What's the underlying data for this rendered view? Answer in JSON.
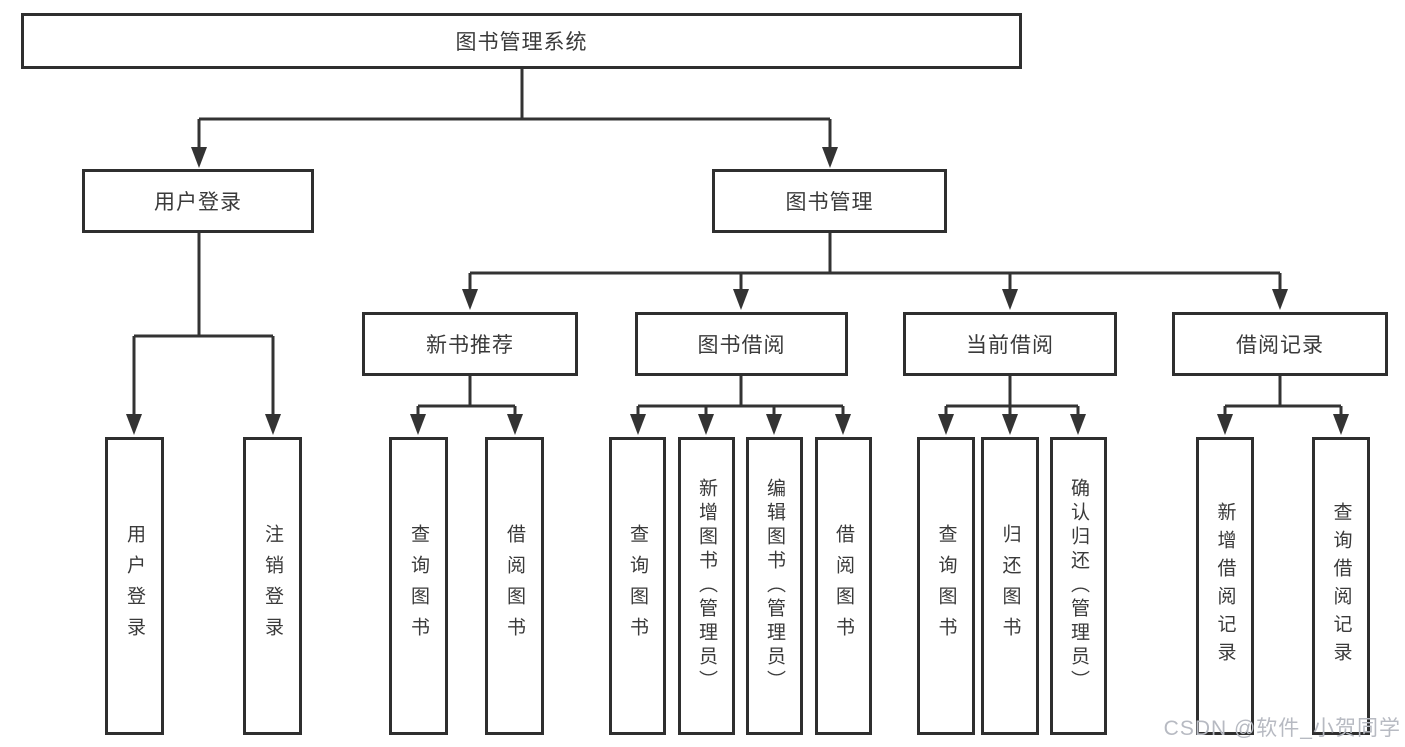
{
  "title": "图书管理系统",
  "watermark": "CSDN @软件_小贺同学",
  "colors": {
    "line": "#333333",
    "box_border": "#2f2f2f",
    "box_fill": "#ffffff",
    "text": "#3a3a3a",
    "watermark": "#b7bac2",
    "background": "#ffffff"
  },
  "nodes": {
    "root": "图书管理系统",
    "level2": [
      "用户登录",
      "图书管理"
    ],
    "level3": [
      "新书推荐",
      "图书借阅",
      "当前借阅",
      "借阅记录"
    ],
    "leaves": [
      "用户登录",
      "注销登录",
      "查询图书",
      "借阅图书",
      "查询图书",
      "新增图书（管理员）",
      "编辑图书（管理员）",
      "借阅图书",
      "查询图书",
      "归还图书",
      "确认归还（管理员）",
      "新增借阅记录",
      "查询借阅记录"
    ]
  },
  "hierarchy": {
    "图书管理系统": [
      "用户登录",
      "图书管理"
    ],
    "用户登录": [
      "用户登录",
      "注销登录"
    ],
    "图书管理": [
      "新书推荐",
      "图书借阅",
      "当前借阅",
      "借阅记录"
    ],
    "新书推荐": [
      "查询图书",
      "借阅图书"
    ],
    "图书借阅": [
      "查询图书",
      "新增图书（管理员）",
      "编辑图书（管理员）",
      "借阅图书"
    ],
    "当前借阅": [
      "查询图书",
      "归还图书",
      "确认归还（管理员）"
    ],
    "借阅记录": [
      "新增借阅记录",
      "查询借阅记录"
    ]
  }
}
